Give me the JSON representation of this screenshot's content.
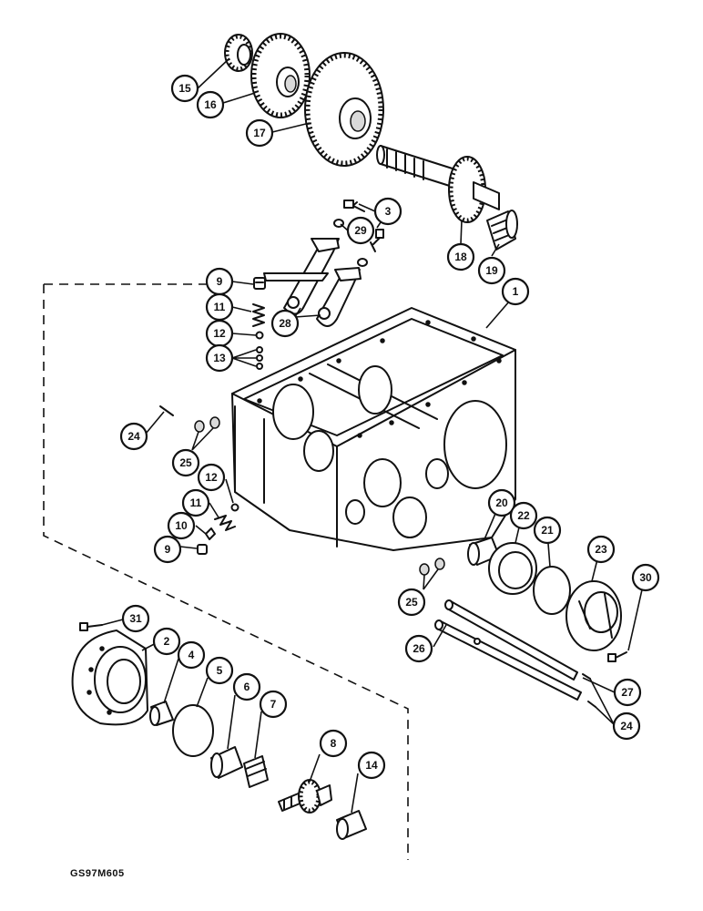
{
  "figure_code": "GS97M605",
  "callouts": [
    {
      "label": "15",
      "target": "small gear"
    },
    {
      "label": "16",
      "target": "gear"
    },
    {
      "label": "17",
      "target": "large gear"
    },
    {
      "label": "3",
      "target": "bolt"
    },
    {
      "label": "29",
      "target": "washer"
    },
    {
      "label": "18",
      "target": "splined shaft gear"
    },
    {
      "label": "19",
      "target": "bearing"
    },
    {
      "label": "9",
      "target": "plug"
    },
    {
      "label": "11",
      "target": "spring"
    },
    {
      "label": "12",
      "target": "ball"
    },
    {
      "label": "13",
      "target": "balls"
    },
    {
      "label": "28",
      "target": "shift forks"
    },
    {
      "label": "1",
      "target": "housing"
    },
    {
      "label": "24",
      "target": "pin"
    },
    {
      "label": "25",
      "target": "plugs"
    },
    {
      "label": "12",
      "target": "ball"
    },
    {
      "label": "11",
      "target": "spring"
    },
    {
      "label": "10",
      "target": "shim"
    },
    {
      "label": "9",
      "target": "plug"
    },
    {
      "label": "20",
      "target": "cup"
    },
    {
      "label": "22",
      "target": "gasket"
    },
    {
      "label": "21",
      "target": "o-ring"
    },
    {
      "label": "23",
      "target": "cover"
    },
    {
      "label": "30",
      "target": "bolt"
    },
    {
      "label": "25",
      "target": "plugs"
    },
    {
      "label": "26",
      "target": "shift rail"
    },
    {
      "label": "27",
      "target": "shift rail"
    },
    {
      "label": "24",
      "target": "pins"
    },
    {
      "label": "31",
      "target": "bolt"
    },
    {
      "label": "2",
      "target": "retainer"
    },
    {
      "label": "4",
      "target": "bearing"
    },
    {
      "label": "5",
      "target": "o-ring"
    },
    {
      "label": "6",
      "target": "cup"
    },
    {
      "label": "7",
      "target": "cone"
    },
    {
      "label": "8",
      "target": "pinion shaft"
    },
    {
      "label": "14",
      "target": "cup"
    }
  ]
}
